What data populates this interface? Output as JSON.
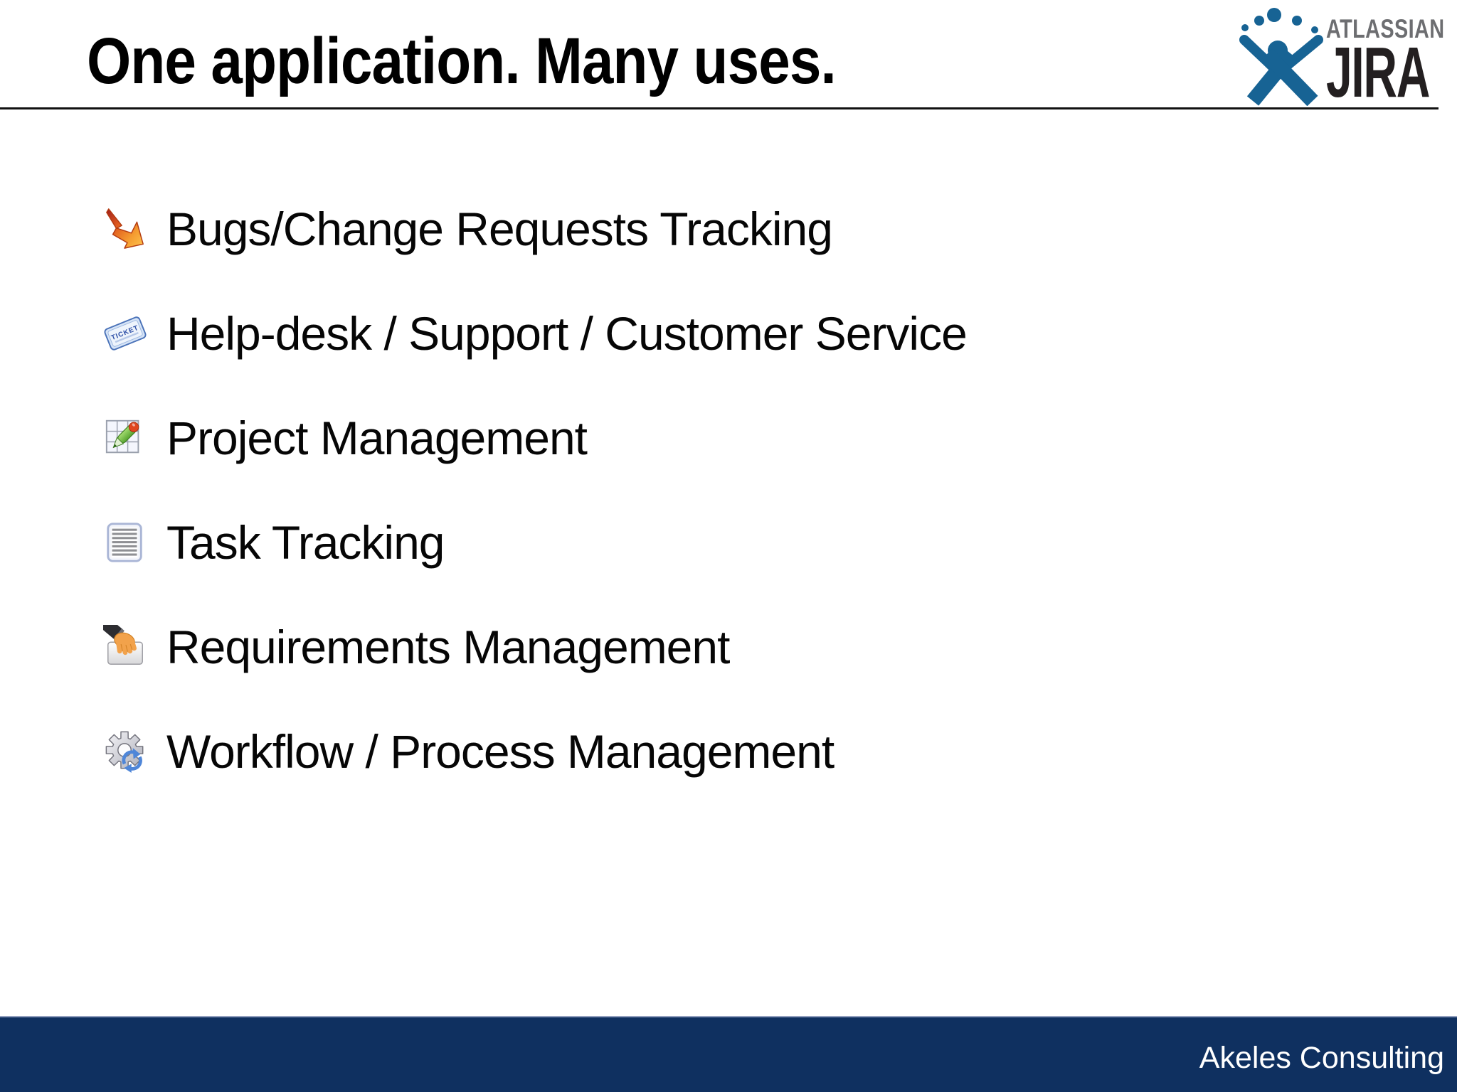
{
  "slide": {
    "header": {
      "title": "One application. Many uses."
    },
    "logo": {
      "brand": "ATLASSIAN",
      "product": "JIRA"
    },
    "list": {
      "items": [
        {
          "icon": "lightning-bolt-icon",
          "label": "Bugs/Change Requests Tracking"
        },
        {
          "icon": "ticket-icon",
          "label": "Help-desk / Support / Customer Service",
          "icon_text": "TICKET"
        },
        {
          "icon": "grid-pencil-icon",
          "label": "Project Management"
        },
        {
          "icon": "document-lines-icon",
          "label": "Task Tracking"
        },
        {
          "icon": "hand-card-icon",
          "label": "Requirements Management"
        },
        {
          "icon": "gear-sync-icon",
          "label": "Workflow / Process Management"
        }
      ]
    },
    "footer": {
      "company": "Akeles Consulting"
    },
    "colors": {
      "footer_bg": "#0f3060",
      "logo_blue": "#176394",
      "brand_gray": "#6d6e71",
      "product_black": "#231f20",
      "divider_black": "#111111",
      "bolt_orange": "#e8731f",
      "ticket_blue": "#4a72b8",
      "pencil_green": "#56a32f",
      "pencil_cap_red": "#e0461f",
      "gear_gray": "#b6b7c0",
      "sync_arrows_blue": "#4f86d8",
      "hand_orange": "#f2a24b"
    }
  }
}
